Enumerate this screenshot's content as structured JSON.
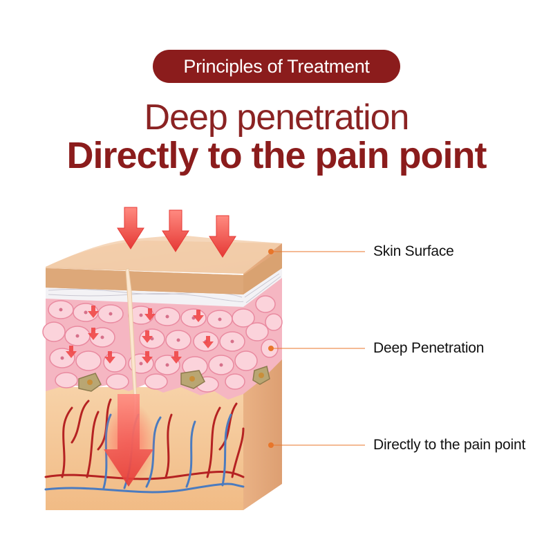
{
  "header": {
    "badge": "Principles of Treatment",
    "headline_light": "Deep penetration",
    "headline_bold": "Directly to the pain point"
  },
  "labels": [
    {
      "name": "skin-surface",
      "text": "Skin Surface"
    },
    {
      "name": "deep-penetration",
      "text": "Deep Penetration"
    },
    {
      "name": "pain-point",
      "text": "Directly to the pain point"
    }
  ],
  "colors": {
    "brand": "#8b1c1c",
    "headline": "#8b2323",
    "arrow": "#f04848",
    "leader": "#e8762a",
    "skin_top": "#f1c9a4",
    "dermis": "#f5c79a",
    "cells": "#f7b9c6",
    "artery": "#b52222",
    "vein": "#4b7bbf"
  },
  "icons": {
    "arrow": "down-arrow-icon",
    "marker": "dot-marker"
  }
}
